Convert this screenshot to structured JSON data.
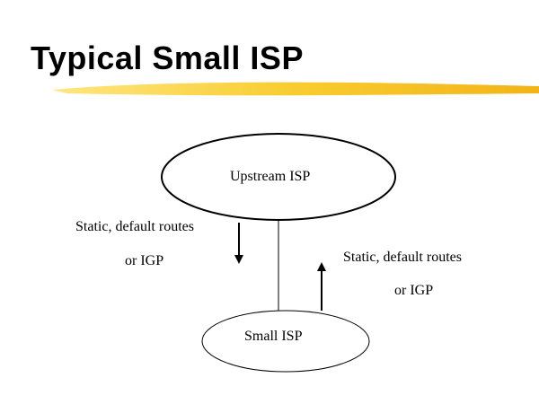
{
  "title": "Typical Small ISP",
  "nodes": {
    "upstream": "Upstream ISP",
    "small": "Small ISP"
  },
  "labels": {
    "left_line1": "Static, default routes",
    "left_line2": "or IGP",
    "right_line1": "Static, default routes",
    "right_line2": "or IGP"
  },
  "colors": {
    "underline": "#f5c020"
  }
}
